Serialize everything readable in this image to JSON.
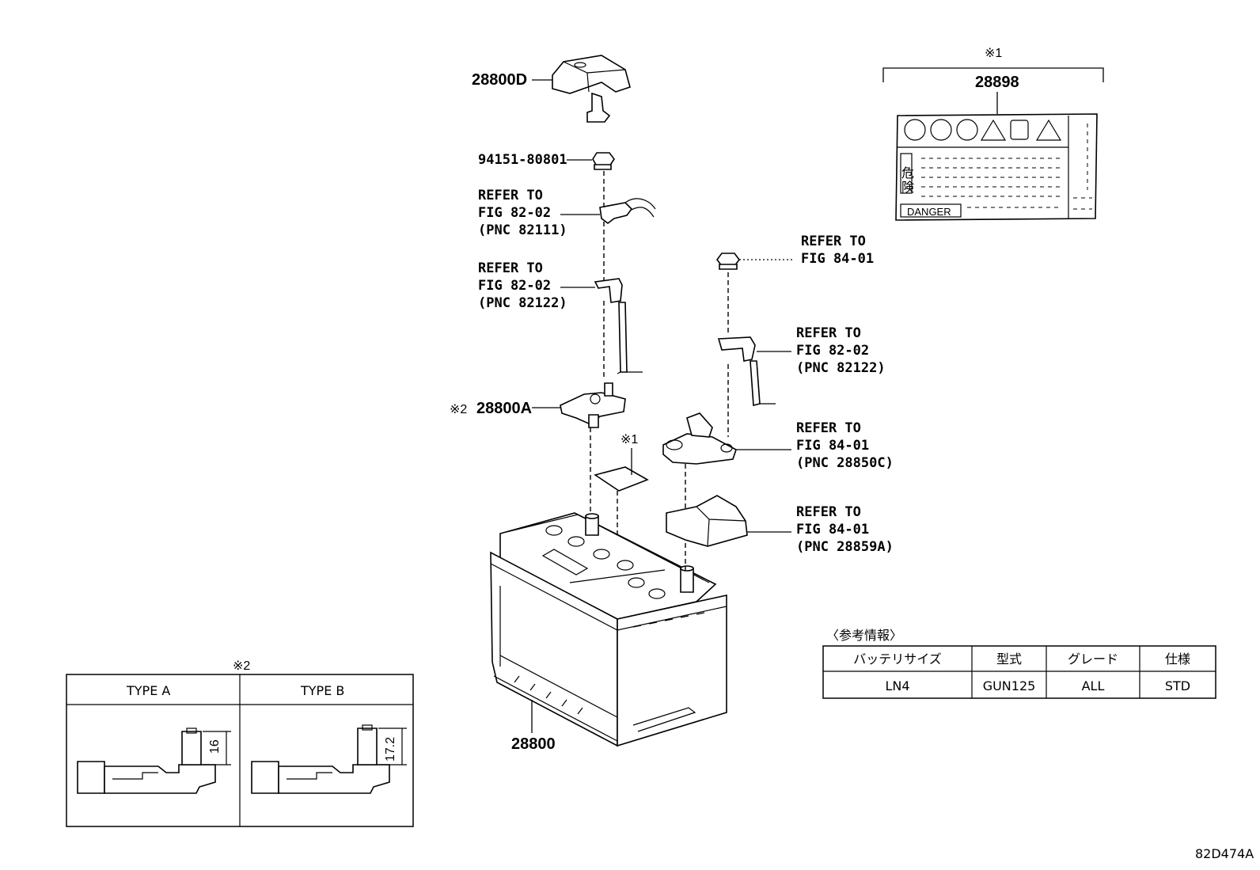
{
  "parts": {
    "cover_d": "28800D",
    "nut": "94151-80801",
    "terminal_a": "28800A",
    "terminal_a_mark": "※2",
    "battery": "28800",
    "label": "28898",
    "label_mark": "※1",
    "sheet_mark": "※1"
  },
  "refs": {
    "r1": [
      "REFER TO",
      "FIG 82-02",
      "(PNC 82111)"
    ],
    "r2": [
      "REFER TO",
      "FIG 82-02",
      "(PNC 82122)"
    ],
    "r3": [
      "REFER TO",
      "FIG 84-01"
    ],
    "r4": [
      "REFER TO",
      "FIG 82-02",
      "(PNC 82122)"
    ],
    "r5": [
      "REFER TO",
      "FIG 84-01",
      "(PNC 28850C)"
    ],
    "r6": [
      "REFER TO",
      "FIG 84-01",
      "(PNC 28859A)"
    ]
  },
  "warning_label": {
    "kanji": [
      "危",
      "険"
    ],
    "danger": "DANGER"
  },
  "type_box": {
    "mark": "※2",
    "type_a": "TYPE A",
    "type_b": "TYPE B",
    "dim_a": "16",
    "dim_b": "17.2"
  },
  "info_table": {
    "title": "〈参考情報〉",
    "headers": [
      "バッテリサイズ",
      "型式",
      "グレード",
      "仕様"
    ],
    "row": [
      "LN4",
      "GUN125",
      "ALL",
      "STD"
    ]
  },
  "figure_code": "82D474A"
}
